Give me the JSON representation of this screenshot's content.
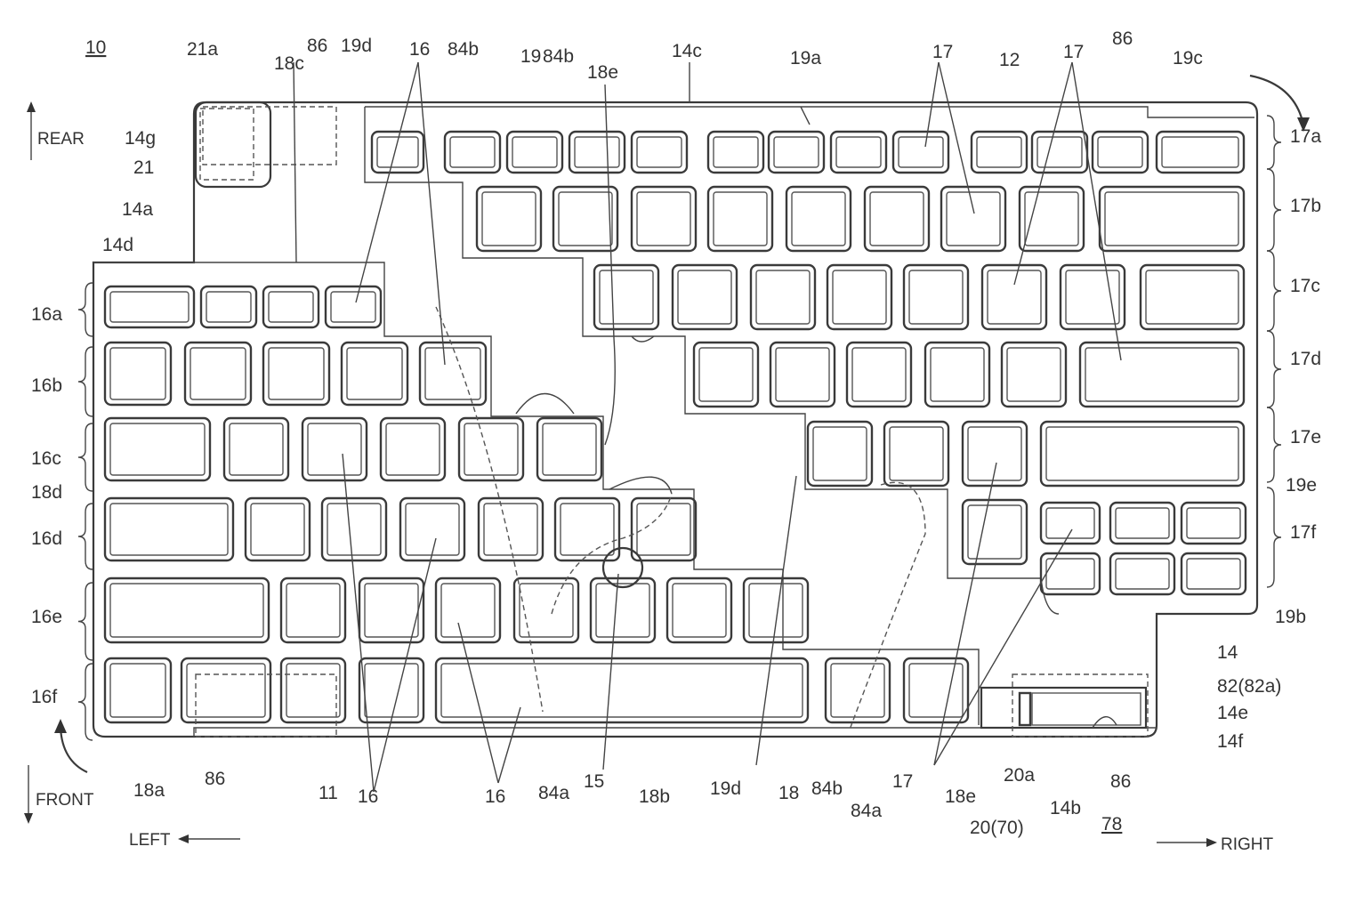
{
  "figure": {
    "reference": "10",
    "subject": "keyboard device plan view (patent drawing)"
  },
  "directions": {
    "rear": "REAR",
    "front": "FRONT",
    "left": "LEFT",
    "right": "RIGHT"
  },
  "left_row_labels": [
    "16a",
    "16b",
    "16c",
    "16d",
    "16e",
    "16f"
  ],
  "right_row_labels": [
    "17a",
    "17b",
    "17c",
    "17d",
    "17e",
    "17f"
  ],
  "labels": {
    "l21a": "21a",
    "l86_top_left": "86",
    "l19d_top": "19d",
    "l16_top": "16",
    "l84b_top": "84b",
    "l19_top": "19",
    "l84b_top2": "84b",
    "l18e_top": "18e",
    "l14c": "14c",
    "l19a": "19a",
    "l17_top1": "17",
    "l12": "12",
    "l17_top2": "17",
    "l86_top_right": "86",
    "l19c": "19c",
    "l18c": "18c",
    "l14g": "14g",
    "l21": "21",
    "l14a": "14a",
    "l14d": "14d",
    "l18d": "18d",
    "l19e": "19e",
    "l19b": "19b",
    "l14": "14",
    "l82": "82(82a)",
    "l14e": "14e",
    "l14f": "14f",
    "l18a": "18a",
    "l86_bottom_left": "86",
    "l11": "11",
    "l16_bottom1": "16",
    "l16_bottom2": "16",
    "l84a_bottom1": "84a",
    "l15": "15",
    "l18b": "18b",
    "l19d_bottom": "19d",
    "l18_bottom": "18",
    "l84b_bottom": "84b",
    "l84a_bottom2": "84a",
    "l17_bottom": "17",
    "l18e_bottom": "18e",
    "l20a": "20a",
    "l20": "20(70)",
    "l14b": "14b",
    "l78": "78",
    "l86_bottom_right": "86"
  }
}
